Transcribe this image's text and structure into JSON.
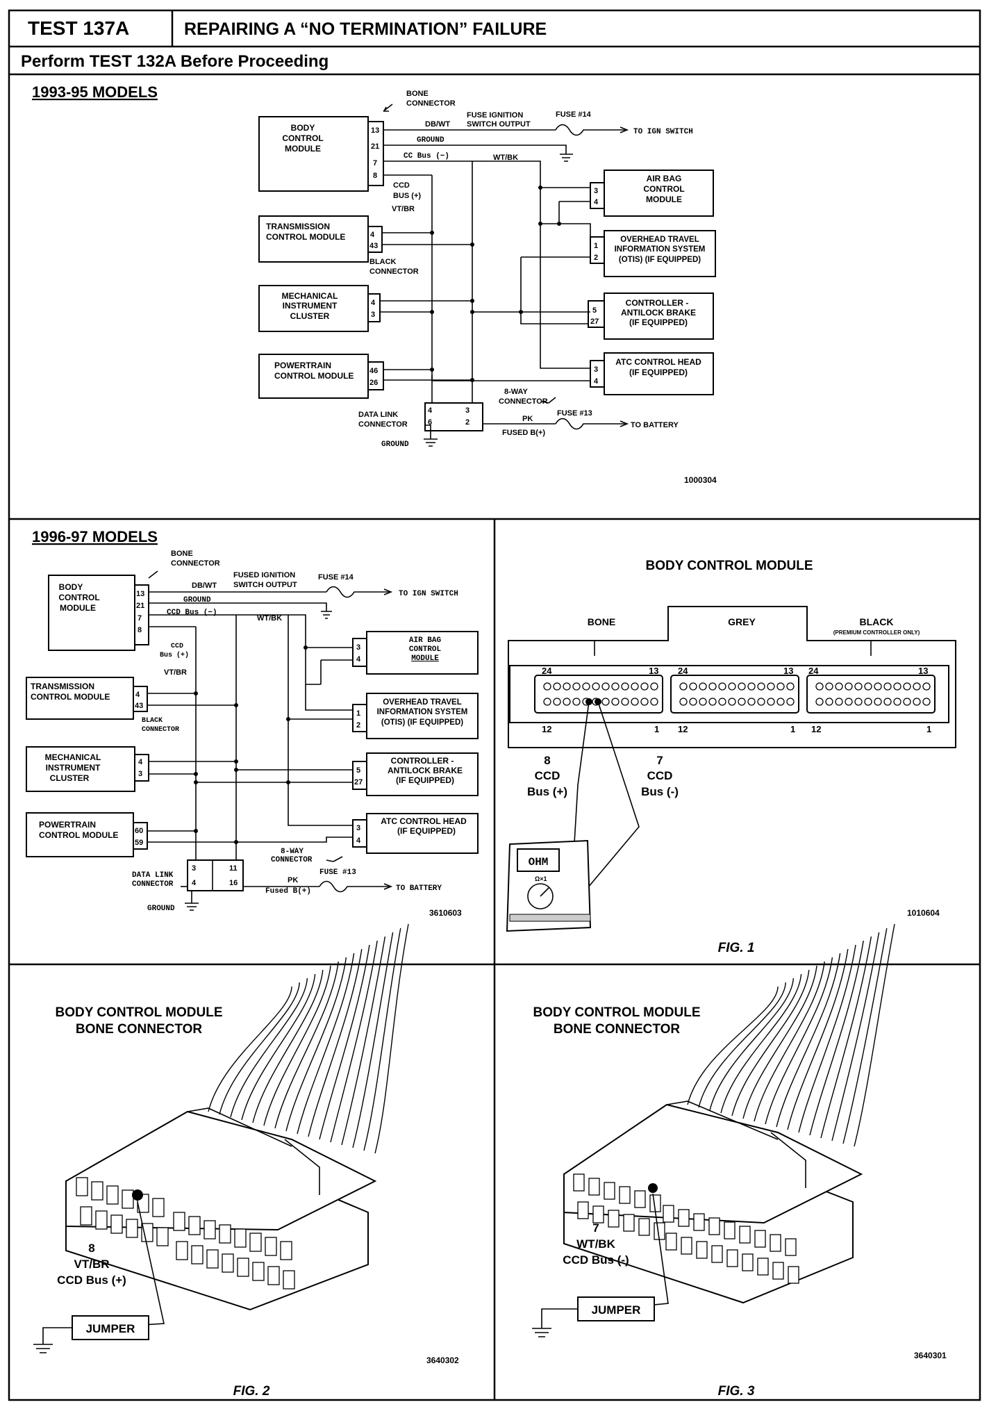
{
  "header": {
    "test_id": "TEST 137A",
    "title": "REPAIRING A “NO TERMINATION” FAILURE",
    "subtitle": "Perform TEST 132A Before Proceeding"
  },
  "diagram_1993": {
    "heading": "1993-95 MODELS",
    "figure_code": "1000304",
    "modules": {
      "bcm": [
        "BODY",
        "CONTROL",
        "MODULE"
      ],
      "tcm": [
        "TRANSMISSION",
        "CONTROL MODULE"
      ],
      "mic": [
        "MECHANICAL",
        "INSTRUMENT",
        "CLUSTER"
      ],
      "pcm": [
        "POWERTRAIN",
        "CONTROL MODULE"
      ],
      "airbag": [
        "AIR BAG",
        "CONTROL",
        "MODULE"
      ],
      "otis": [
        "OVERHEAD TRAVEL",
        "INFORMATION SYSTEM",
        "(OTIS) (IF EQUIPPED)"
      ],
      "abs": [
        "CONTROLLER -",
        "ANTILOCK BRAKE",
        "(IF EQUIPPED)"
      ],
      "atc": [
        "ATC CONTROL HEAD",
        "(IF EQUIPPED)"
      ]
    },
    "pins": {
      "bcm": [
        "13",
        "21",
        "7",
        "8"
      ],
      "tcm": [
        "4",
        "43"
      ],
      "mic": [
        "4",
        "3"
      ],
      "pcm": [
        "46",
        "26"
      ],
      "dlc": [
        "4",
        "6",
        "3",
        "2"
      ],
      "airbag": [
        "3",
        "4"
      ],
      "otis": [
        "1",
        "2"
      ],
      "abs": [
        "5",
        "27"
      ],
      "atc": [
        "3",
        "4"
      ]
    },
    "labels": {
      "bone_connector": [
        "BONE",
        "CONNECTOR"
      ],
      "db_wt": "DB/WT",
      "fuse_ign": [
        "FUSE IGNITION",
        "SWITCH OUTPUT"
      ],
      "fuse14": "FUSE #14",
      "to_ign": "TO IGN SWITCH",
      "ground": "GROUND",
      "cc_bus": "CC Bus (−)",
      "wt_bk": "WT/BK",
      "ccd_bus": [
        "CCD",
        "BUS (+)"
      ],
      "vt_br": "VT/BR",
      "black_connector": [
        "BLACK",
        "CONNECTOR"
      ],
      "eight_way": [
        "8-WAY",
        "CONNECTOR"
      ],
      "data_link": [
        "DATA LINK",
        "CONNECTOR"
      ],
      "pk": "PK",
      "fuse13": "FUSE #13",
      "fused_b": "FUSED B(+)",
      "to_battery": "TO BATTERY",
      "ground_bottom": "GROUND"
    }
  },
  "diagram_1996": {
    "heading": "1996-97 MODELS",
    "figure_code": "3610603",
    "modules": {
      "bcm": [
        "BODY",
        "CONTROL",
        "MODULE"
      ],
      "tcm": [
        "TRANSMISSION",
        "CONTROL MODULE"
      ],
      "mic": [
        "MECHANICAL",
        "INSTRUMENT",
        "CLUSTER"
      ],
      "pcm": [
        "POWERTRAIN",
        "CONTROL MODULE"
      ],
      "airbag": [
        "AIR BAG",
        "CONTROL",
        "MODULE"
      ],
      "otis": [
        "OVERHEAD TRAVEL",
        "INFORMATION SYSTEM",
        "(OTIS) (IF EQUIPPED)"
      ],
      "abs": [
        "CONTROLLER -",
        "ANTILOCK BRAKE",
        "(IF EQUIPPED)"
      ],
      "atc": [
        "ATC CONTROL HEAD",
        "(IF EQUIPPED)"
      ]
    },
    "pins": {
      "bcm": [
        "13",
        "21",
        "7",
        "8"
      ],
      "tcm": [
        "4",
        "43"
      ],
      "mic": [
        "4",
        "3"
      ],
      "pcm": [
        "60",
        "59"
      ],
      "dlc": [
        "3",
        "4",
        "11",
        "16"
      ],
      "airbag": [
        "3",
        "4"
      ],
      "otis": [
        "1",
        "2"
      ],
      "abs": [
        "5",
        "27"
      ],
      "atc": [
        "3",
        "4"
      ]
    },
    "labels": {
      "bone_connector": [
        "BONE",
        "CONNECTOR"
      ],
      "db_wt": "DB/WT",
      "fuse_ign": [
        "FUSED IGNITION",
        "SWITCH OUTPUT"
      ],
      "fuse14": "FUSE #14",
      "to_ign": "TO IGN SWITCH",
      "ground": "GROUND",
      "ccd_bus_minus": "CCD Bus (−)",
      "wt_bk": "WT/BK",
      "ccd_bus": [
        "CCD",
        "Bus (+)"
      ],
      "vt_br": "VT/BR",
      "black_connector": [
        "BLACK",
        "CONNECTOR"
      ],
      "eight_way": [
        "8-WAY",
        "CONNECTOR"
      ],
      "data_link": [
        "DATA LINK",
        "CONNECTOR"
      ],
      "pk": "PK",
      "fuse13": "FUSE #13",
      "fused_b": "Fused B(+)",
      "to_battery": "TO BATTERY",
      "ground_bottom": "GROUND"
    }
  },
  "fig1": {
    "caption": "FIG. 1",
    "title": "BODY CONTROL MODULE",
    "figure_code": "1010604",
    "connectors": [
      "BONE",
      "GREY",
      "BLACK"
    ],
    "black_note": "(PREMIUM CONTROLLER ONLY)",
    "pin_top": [
      "24",
      "13"
    ],
    "pin_bottom": [
      "12",
      "1"
    ],
    "pin8": [
      "8",
      "CCD",
      "Bus (+)"
    ],
    "pin7": [
      "7",
      "CCD",
      "Bus (-)"
    ],
    "meter_display": "OHM",
    "meter_range": "Ω×1"
  },
  "fig2": {
    "caption": "FIG. 2",
    "title": [
      "BODY CONTROL MODULE",
      "BONE CONNECTOR"
    ],
    "figure_code": "3640302",
    "pin_label": [
      "8",
      "VT/BR",
      "CCD Bus (+)"
    ],
    "jumper": "JUMPER"
  },
  "fig3": {
    "caption": "FIG. 3",
    "title": [
      "BODY CONTROL MODULE",
      "BONE CONNECTOR"
    ],
    "figure_code": "3640301",
    "pin_label": [
      "7",
      "WT/BK",
      "CCD Bus (-)"
    ],
    "jumper": "JUMPER"
  }
}
